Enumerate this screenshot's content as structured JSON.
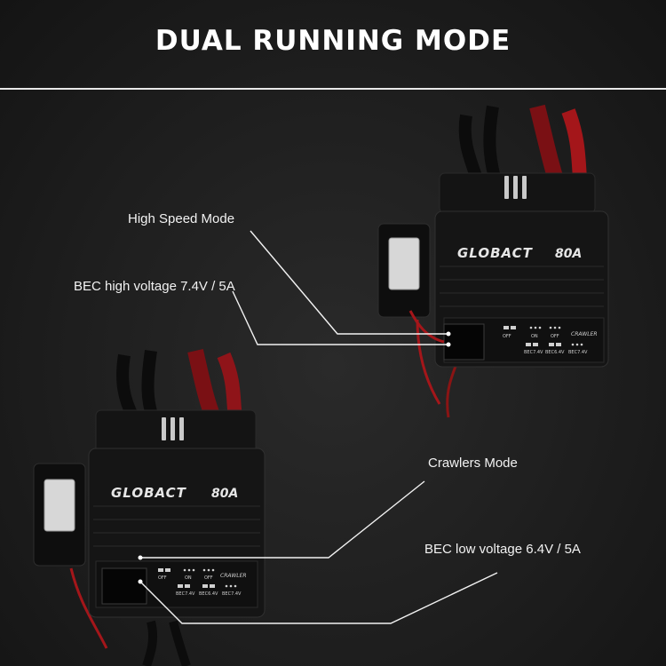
{
  "header": {
    "title": "DUAL RUNNING MODE"
  },
  "callouts": {
    "high_speed": "High Speed Mode",
    "bec_high": "BEC high voltage 7.4V / 5A",
    "crawlers": "Crawlers Mode",
    "bec_low": "BEC low voltage 6.4V / 5A"
  },
  "esc": {
    "brand": "GLOBACT",
    "rating": "80A",
    "switch_labels": [
      "OFF",
      "ON",
      "OFF"
    ],
    "mode_label": "CRAWLER",
    "voltage_labels": [
      "BEC7.4V",
      "BEC6.4V",
      "BEC7.4V"
    ]
  },
  "colors": {
    "background": "#1e1e1e",
    "accent_wire": "#a4161a"
  }
}
